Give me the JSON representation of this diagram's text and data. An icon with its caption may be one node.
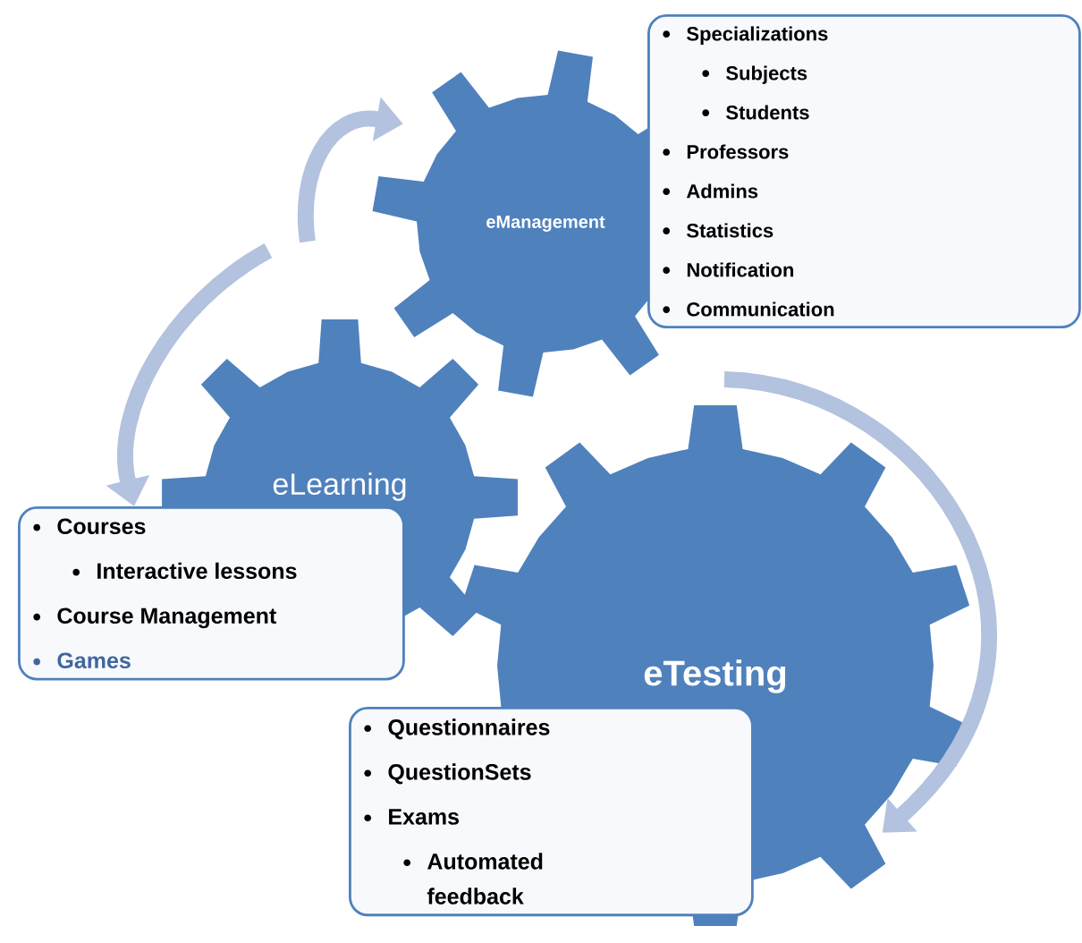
{
  "diagram": {
    "nodes": [
      {
        "text": [
          "eManagement"
        ]
      },
      {
        "text": [
          "Specializations",
          "Subjects",
          "Students",
          "Professors",
          "Admins",
          "Statistics",
          "Notification",
          "Communication"
        ]
      },
      {
        "text": [
          "eLearning"
        ]
      },
      {
        "text": [
          "Courses",
          "Interactive lessons",
          "Course Management",
          "Games"
        ]
      },
      {
        "text": [
          "eTesting"
        ]
      },
      {
        "text": [
          "Questionnaires",
          "QuestionSets",
          "Exams",
          "Automated feedback"
        ]
      }
    ],
    "edges": [
      {
        "from": null,
        "to": 4,
        "arrow": "to"
      },
      {
        "from": null,
        "to": 3,
        "arrow": "to"
      },
      {
        "from": null,
        "to": 0,
        "arrow": "to"
      }
    ]
  }
}
